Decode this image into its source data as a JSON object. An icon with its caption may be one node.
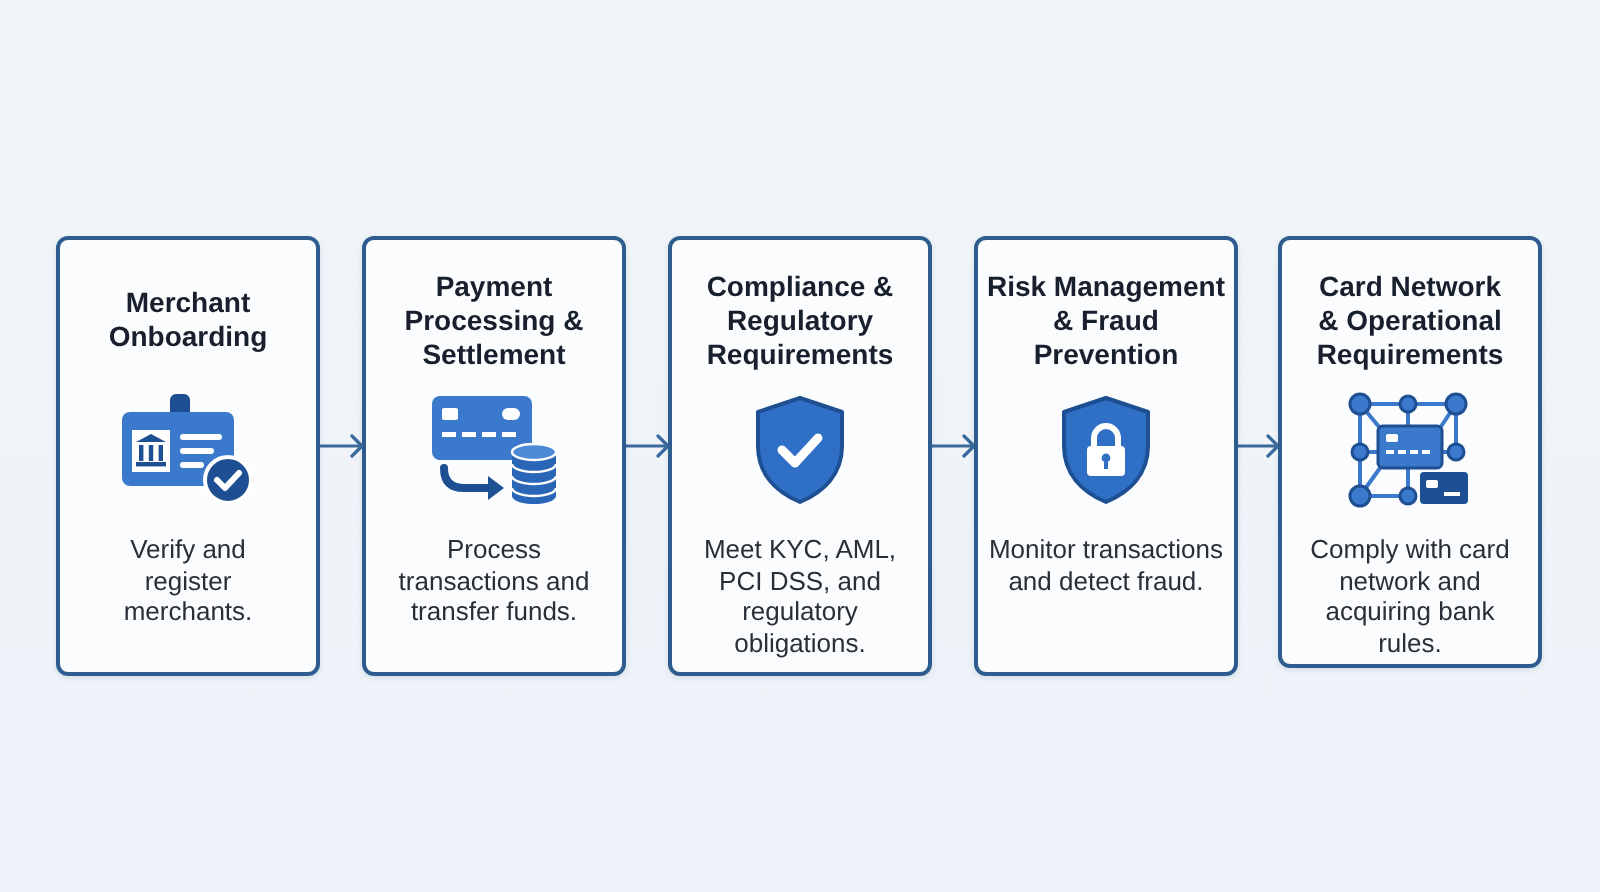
{
  "diagram": {
    "nodes": [
      {
        "text": [
          "Merchant Onboarding",
          "Verify and register merchants."
        ]
      },
      {
        "text": [
          "Payment Processing & Settlement",
          "Process transactions and transfer funds."
        ]
      },
      {
        "text": [
          "Compliance & Regulatory Requirements",
          "Meet KYC, AML, PCI DSS, and regulatory obligations."
        ]
      },
      {
        "text": [
          "Risk Management & Fraud Prevention",
          "Monitor transactions and detect fraud."
        ]
      },
      {
        "text": [
          "Card Network & Operational Requirements",
          "Comply with card network and acquiring bank rules."
        ]
      }
    ],
    "edges": [
      {
        "from": 0,
        "to": 1,
        "arrow": "to"
      },
      {
        "from": 1,
        "to": 2,
        "arrow": "to"
      },
      {
        "from": 2,
        "to": 3,
        "arrow": "to"
      },
      {
        "from": 3,
        "to": 4,
        "arrow": "to"
      }
    ]
  }
}
